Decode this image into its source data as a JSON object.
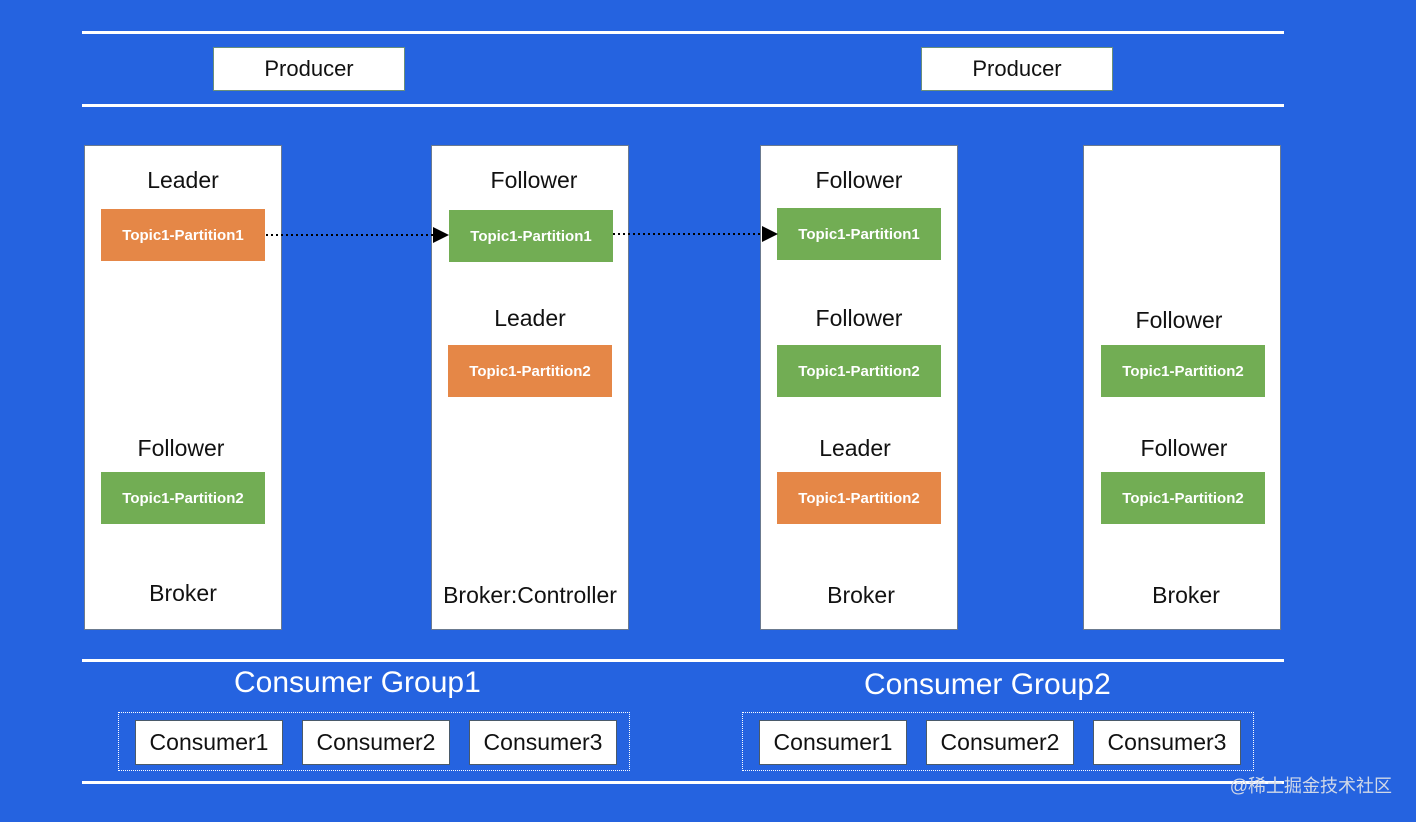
{
  "producers": [
    "Producer",
    "Producer"
  ],
  "brokers": [
    {
      "items": [
        {
          "role": "Leader",
          "partition": "Topic1-Partition1",
          "kind": "leader"
        },
        {
          "role": "Follower",
          "partition": "Topic1-Partition2",
          "kind": "follower"
        }
      ],
      "label": "Broker"
    },
    {
      "items": [
        {
          "role": "Follower",
          "partition": "Topic1-Partition1",
          "kind": "follower"
        },
        {
          "role": "Leader",
          "partition": "Topic1-Partition2",
          "kind": "leader"
        }
      ],
      "label": "Broker:Controller"
    },
    {
      "items": [
        {
          "role": "Follower",
          "partition": "Topic1-Partition1",
          "kind": "follower"
        },
        {
          "role": "Follower",
          "partition": "Topic1-Partition2",
          "kind": "follower"
        },
        {
          "role": "Leader",
          "partition": "Topic1-Partition2",
          "kind": "leader"
        }
      ],
      "label": "Broker"
    },
    {
      "items": [
        {
          "role": "Follower",
          "partition": "Topic1-Partition2",
          "kind": "follower"
        },
        {
          "role": "Follower",
          "partition": "Topic1-Partition2",
          "kind": "follower"
        }
      ],
      "label": "Broker"
    }
  ],
  "consumer_groups": [
    {
      "title": "Consumer Group1",
      "consumers": [
        "Consumer1",
        "Consumer2",
        "Consumer3"
      ]
    },
    {
      "title": "Consumer Group2",
      "consumers": [
        "Consumer1",
        "Consumer2",
        "Consumer3"
      ]
    }
  ],
  "watermark": "@稀土掘金技术社区",
  "colors": {
    "background": "#2563e0",
    "leader": "#e58747",
    "follower": "#72ad54"
  }
}
